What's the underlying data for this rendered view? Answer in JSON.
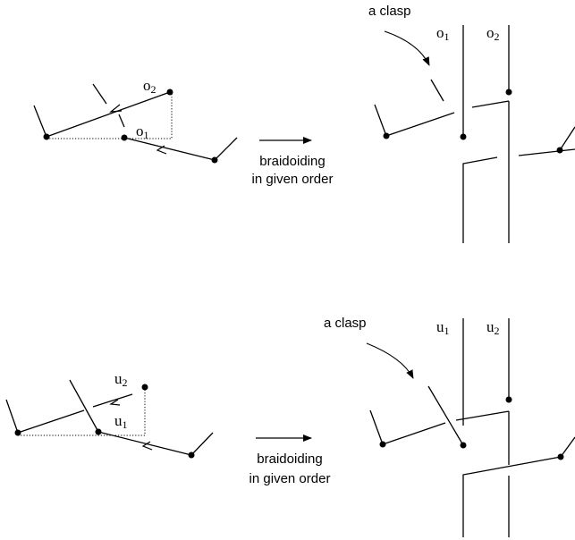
{
  "top": {
    "left_labels": [
      {
        "letter": "o",
        "sub": "2"
      },
      {
        "letter": "o",
        "sub": "1"
      }
    ],
    "arrow_caption": [
      "braidoiding",
      "in given order"
    ],
    "clasp_label": "a clasp",
    "right_labels": [
      {
        "letter": "o",
        "sub": "1"
      },
      {
        "letter": "o",
        "sub": "2"
      }
    ]
  },
  "bottom": {
    "left_labels": [
      {
        "letter": "u",
        "sub": "2"
      },
      {
        "letter": "u",
        "sub": "1"
      }
    ],
    "arrow_caption": [
      "braidoiding",
      "in given order"
    ],
    "clasp_label": "a clasp",
    "right_labels": [
      {
        "letter": "u",
        "sub": "1"
      },
      {
        "letter": "u",
        "sub": "2"
      }
    ]
  }
}
